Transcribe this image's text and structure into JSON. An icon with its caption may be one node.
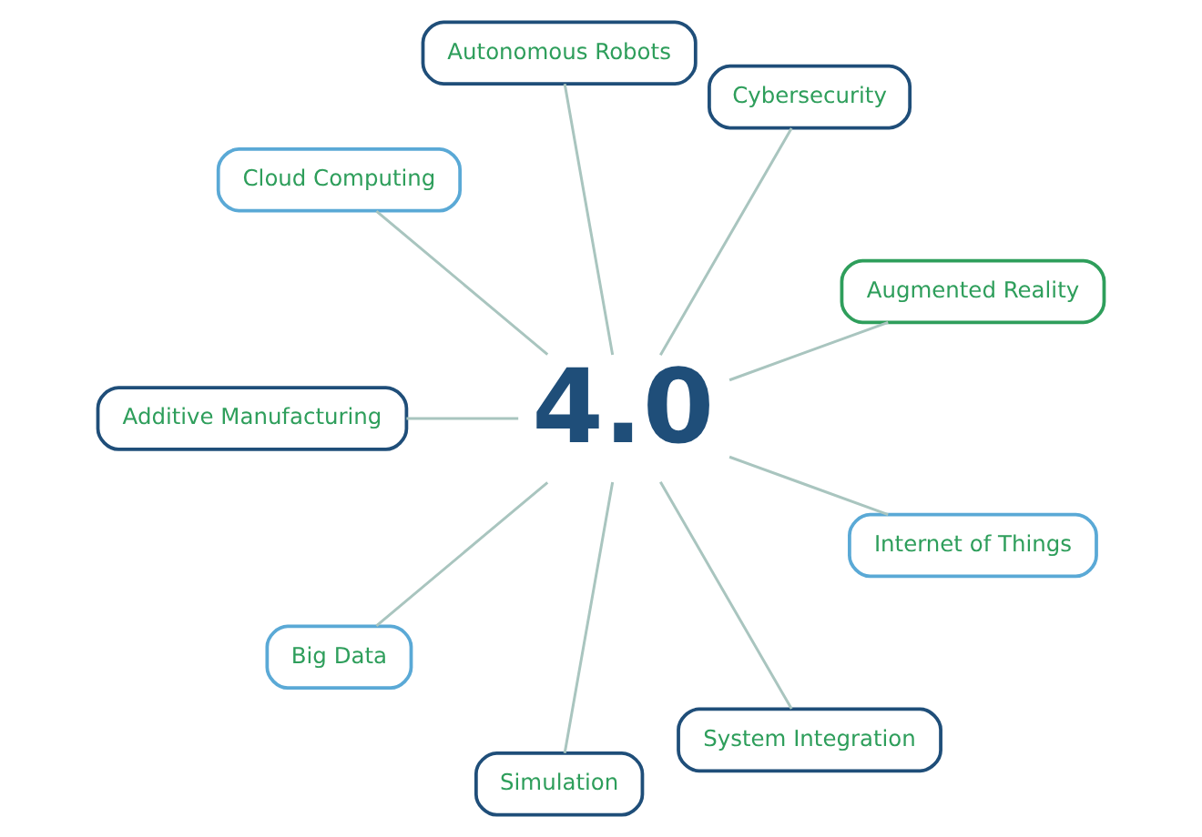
{
  "diagram": {
    "nodes": [
      {
        "text": [
          "4.0"
        ]
      },
      {
        "text": [
          "Cloud Computing"
        ]
      },
      {
        "text": [
          "Autonomous Robots"
        ]
      },
      {
        "text": [
          "Cybersecurity"
        ]
      },
      {
        "text": [
          "Augmented Reality"
        ]
      },
      {
        "text": [
          "Internet of Things"
        ]
      },
      {
        "text": [
          "System Integration"
        ]
      },
      {
        "text": [
          "Simulation"
        ]
      },
      {
        "text": [
          "Big Data"
        ]
      },
      {
        "text": [
          "Additive Manufacturing"
        ]
      }
    ],
    "edges": [
      {
        "from": 0,
        "to": 1,
        "arrow": "none"
      },
      {
        "from": 0,
        "to": 2,
        "arrow": "none"
      },
      {
        "from": 0,
        "to": 3,
        "arrow": "none"
      },
      {
        "from": 0,
        "to": 4,
        "arrow": "none"
      },
      {
        "from": 0,
        "to": 5,
        "arrow": "none"
      },
      {
        "from": 0,
        "to": 6,
        "arrow": "none"
      },
      {
        "from": 0,
        "to": 7,
        "arrow": "none"
      },
      {
        "from": 0,
        "to": 8,
        "arrow": "none"
      },
      {
        "from": 0,
        "to": 9,
        "arrow": "none"
      }
    ]
  }
}
